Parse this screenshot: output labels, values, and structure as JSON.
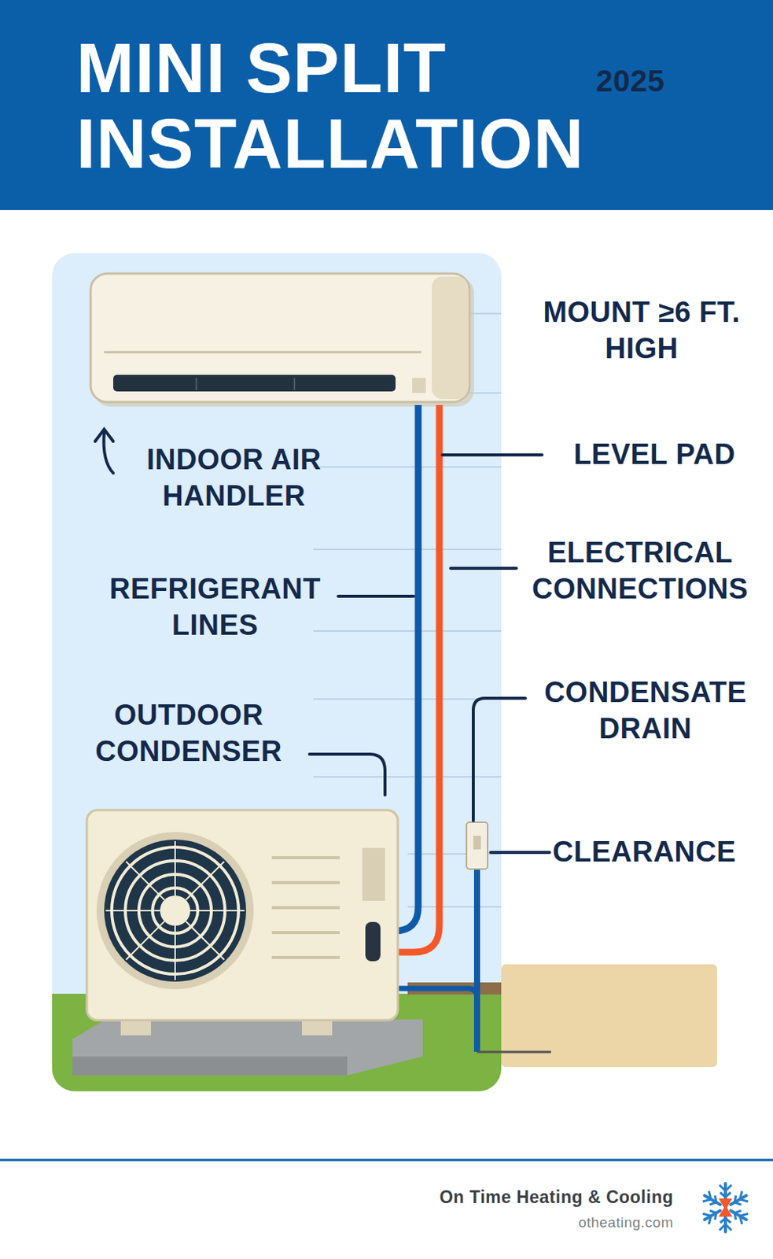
{
  "diagram": {
    "title": "MINI SPLIT INSTALLATION",
    "labels": [
      "2025",
      "MOUNT ≥6 FT. HIGH",
      "INDOOR AIR HANDLER",
      "LEVEL PAD",
      "REFRIGERANT LINES",
      "ELECTRICAL CONNECTIONS",
      "OUTDOOR CONDENSER",
      "CONDENSATE DRAIN",
      "CLEARANCE",
      "On Time Heating & Cooling",
      "otheating.com"
    ]
  }
}
